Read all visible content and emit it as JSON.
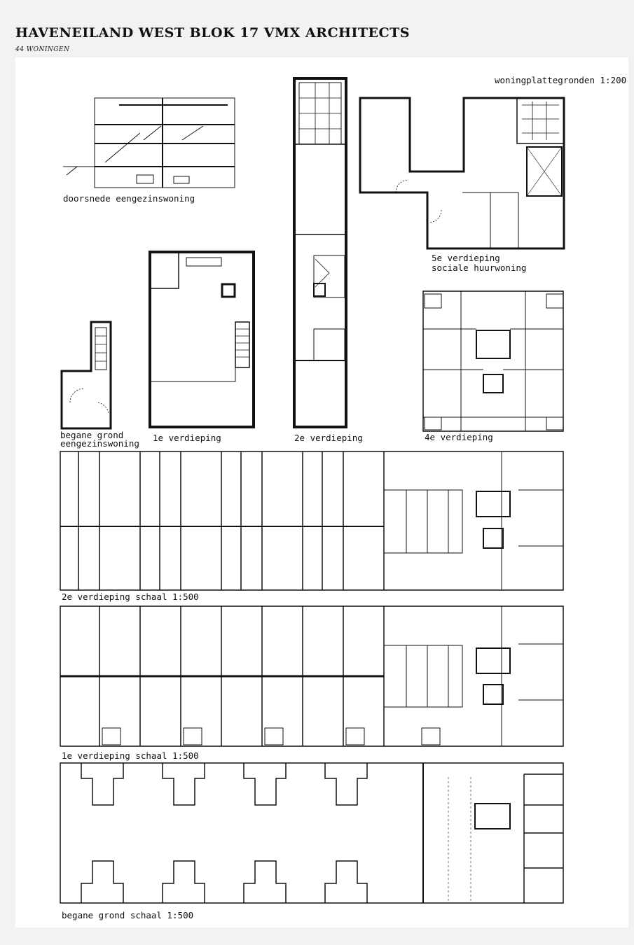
{
  "header": {
    "title": "HAVENEILAND WEST BLOK 17 VMX ARCHITECTS",
    "subtitle": "44 WONINGEN"
  },
  "labels": {
    "scale_note": "woningplattegronden 1:200",
    "section": "doorsnede eengezinswoning",
    "floor5_line1": "5e verdieping",
    "floor5_line2": "sociale huurwoning",
    "ground_house_line1": "begane grond",
    "ground_house_line2": "eengezinswoning",
    "floor1": "1e verdieping",
    "floor2": "2e verdieping",
    "floor4": "4e verdieping",
    "plan_floor2": "2e verdieping schaal 1:500",
    "plan_floor1": "1e verdieping schaal 1:500",
    "plan_ground": "begane grond schaal 1:500"
  }
}
